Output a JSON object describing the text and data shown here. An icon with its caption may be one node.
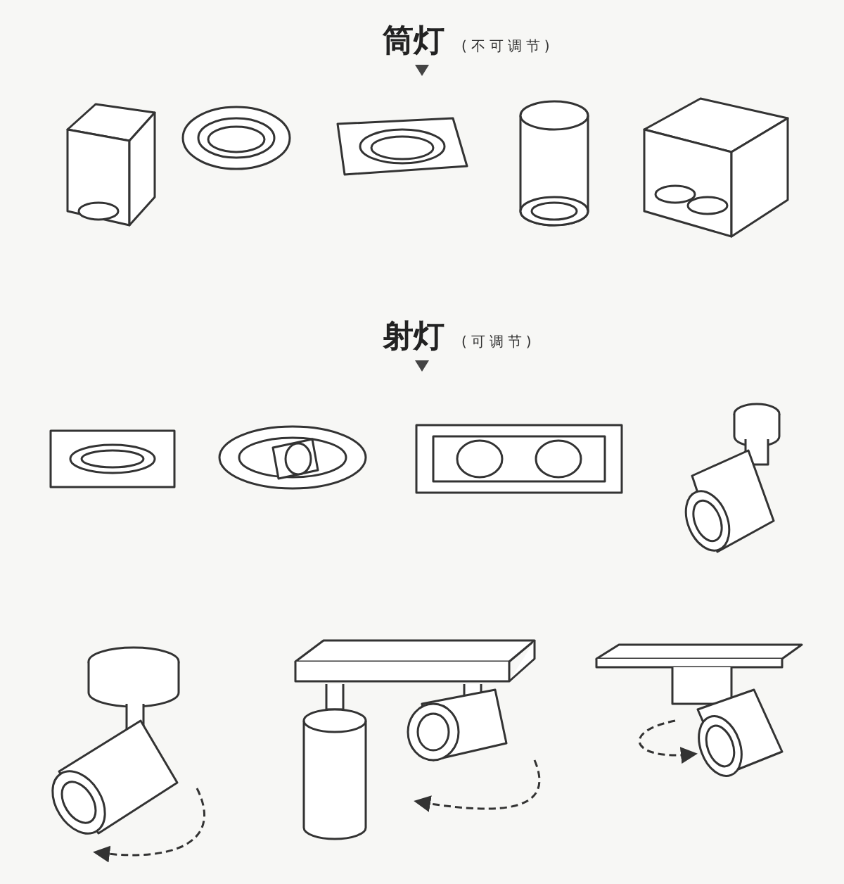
{
  "diagram": {
    "labels": [
      "筒灯",
      "(不可调节)",
      "射灯",
      "(可调节)"
    ]
  }
}
